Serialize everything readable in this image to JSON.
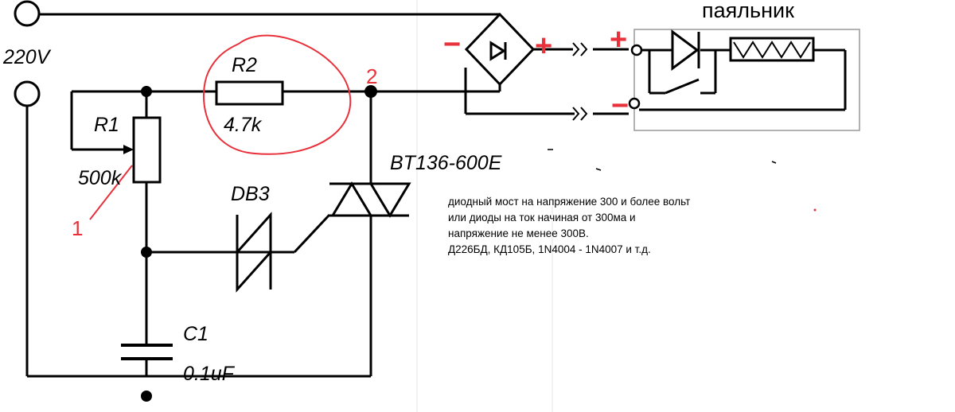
{
  "labels": {
    "mains_voltage": "220V",
    "r1_name": "R1",
    "r1_value": "500k",
    "r2_name": "R2",
    "r2_value": "4.7k",
    "diac_name": "DB3",
    "triac_name": "BT136-600E",
    "c1_name": "C1",
    "c1_value": "0.1uF",
    "point_1": "1",
    "point_2": "2",
    "iron_title": "паяльник",
    "bridge_minus": "−",
    "bridge_plus": "+",
    "iron_plus": "+",
    "iron_minus": "−"
  },
  "note": {
    "lines": [
      "диодный мост на напряжение 300 и более вольт",
      "или диоды на ток начиная от 300ма и",
      "напряжение не менее 300В.",
      "Д226БД, КД105Б, 1N4004 - 1N4007 и т.д."
    ]
  },
  "colors": {
    "wire": "#000000",
    "annotation": "#e8313a",
    "grid_line": "#e6e6e6"
  }
}
